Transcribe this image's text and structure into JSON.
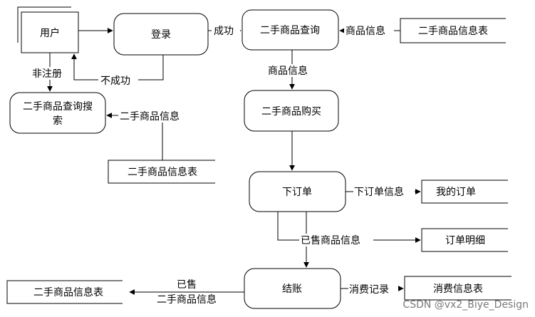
{
  "nodes": {
    "user": "用户",
    "login": "登录",
    "query": "二手商品查询",
    "search_line1": "二手商品查询搜",
    "search_line2": "索",
    "purchase": "二手商品购买",
    "order": "下订单",
    "checkout": "结账"
  },
  "stores": {
    "goods_top": "二手商品信息表",
    "goods_mid": "二手商品信息表",
    "my_orders": "我的订单",
    "order_detail": "订单明细",
    "consume": "消费信息表",
    "goods_bottom": "二手商品信息表"
  },
  "labels": {
    "success": "成功",
    "fail": "不成功",
    "unregistered": "非注册",
    "goods_info_in": "商品信息",
    "goods_info_down": "商品信息",
    "goods_info_search": "二手商品信息",
    "order_info": "下订单信息",
    "sold_goods_info": "已售商品信息",
    "consume_record": "消费记录",
    "sold_line1": "已售",
    "sold_line2": "二手商品信息"
  },
  "watermark": "CSDN @vx2_Biye_Design"
}
